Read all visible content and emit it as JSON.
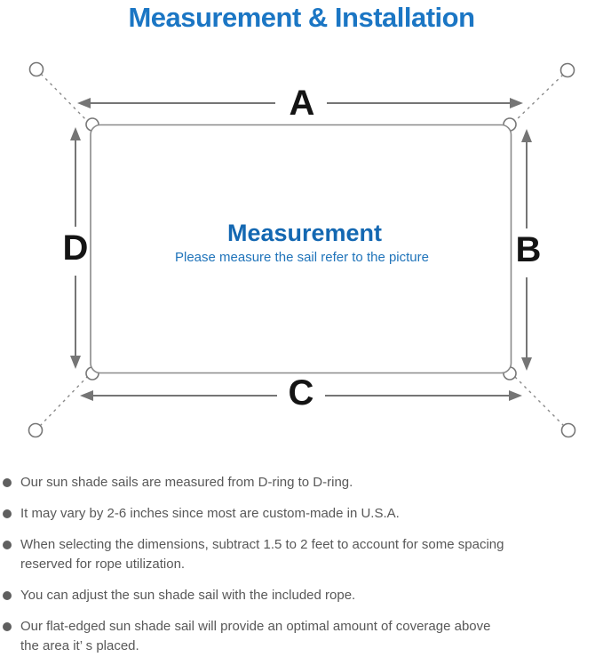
{
  "header": {
    "title": "Measurement & Installation"
  },
  "diagram": {
    "dimension_labels": {
      "top": "A",
      "right": "B",
      "bottom": "C",
      "left": "D"
    },
    "center": {
      "title": "Measurement",
      "subtitle": "Please measure the sail refer to the picture"
    }
  },
  "colors": {
    "header_blue": "#1b76c4",
    "center_title_blue": "#1468b2",
    "center_subtitle_blue": "#2074ba",
    "diagram_line_gray": "#8a8a8a",
    "arrow_gray": "#757575",
    "dimension_label_black": "#141414",
    "note_text_gray": "#585858"
  },
  "notes": {
    "items": [
      {
        "text": "Our sun shade sails are measured from D-ring to D-ring."
      },
      {
        "text": "It may vary by 2-6 inches since most are custom-made in U.S.A."
      },
      {
        "text": "When selecting the dimensions, subtract 1.5 to 2 feet to account for some spacing\nreserved for rope utilization."
      },
      {
        "text": "You can adjust the sun shade sail with the included rope."
      },
      {
        "text": "Our flat-edged sun shade sail will provide an optimal amount of coverage above\nthe area it’ s placed."
      }
    ]
  }
}
